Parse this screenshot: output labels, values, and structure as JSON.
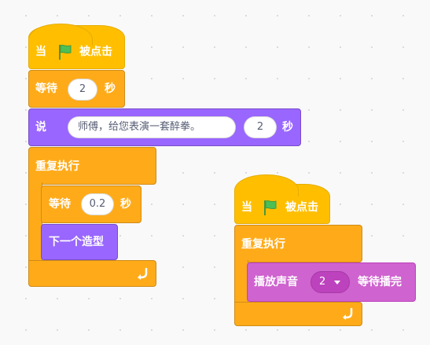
{
  "script1": {
    "hat": {
      "prefix": "当",
      "suffix": "被点击",
      "icon": "green-flag-icon"
    },
    "wait": {
      "label": "等待",
      "value": "2",
      "unit": "秒"
    },
    "say": {
      "label": "说",
      "message": "师傅，给您表演一套醉拳。",
      "secs": "2",
      "unit": "秒"
    },
    "forever": {
      "label": "重复执行",
      "icon": "loop-arrow-icon"
    },
    "inner_wait": {
      "label": "等待",
      "value": "0.2",
      "unit": "秒"
    },
    "next_costume": {
      "label": "下一个造型"
    }
  },
  "script2": {
    "hat": {
      "prefix": "当",
      "suffix": "被点击",
      "icon": "green-flag-icon"
    },
    "forever": {
      "label": "重复执行",
      "icon": "loop-arrow-icon"
    },
    "play_sound": {
      "label": "播放声音",
      "value": "2",
      "suffix": "等待播完"
    }
  },
  "colors": {
    "events": "#FFBF00",
    "control": "#FFAB19",
    "looks": "#9966FF",
    "sound": "#CF63CF",
    "flag": "#4CBF56"
  }
}
